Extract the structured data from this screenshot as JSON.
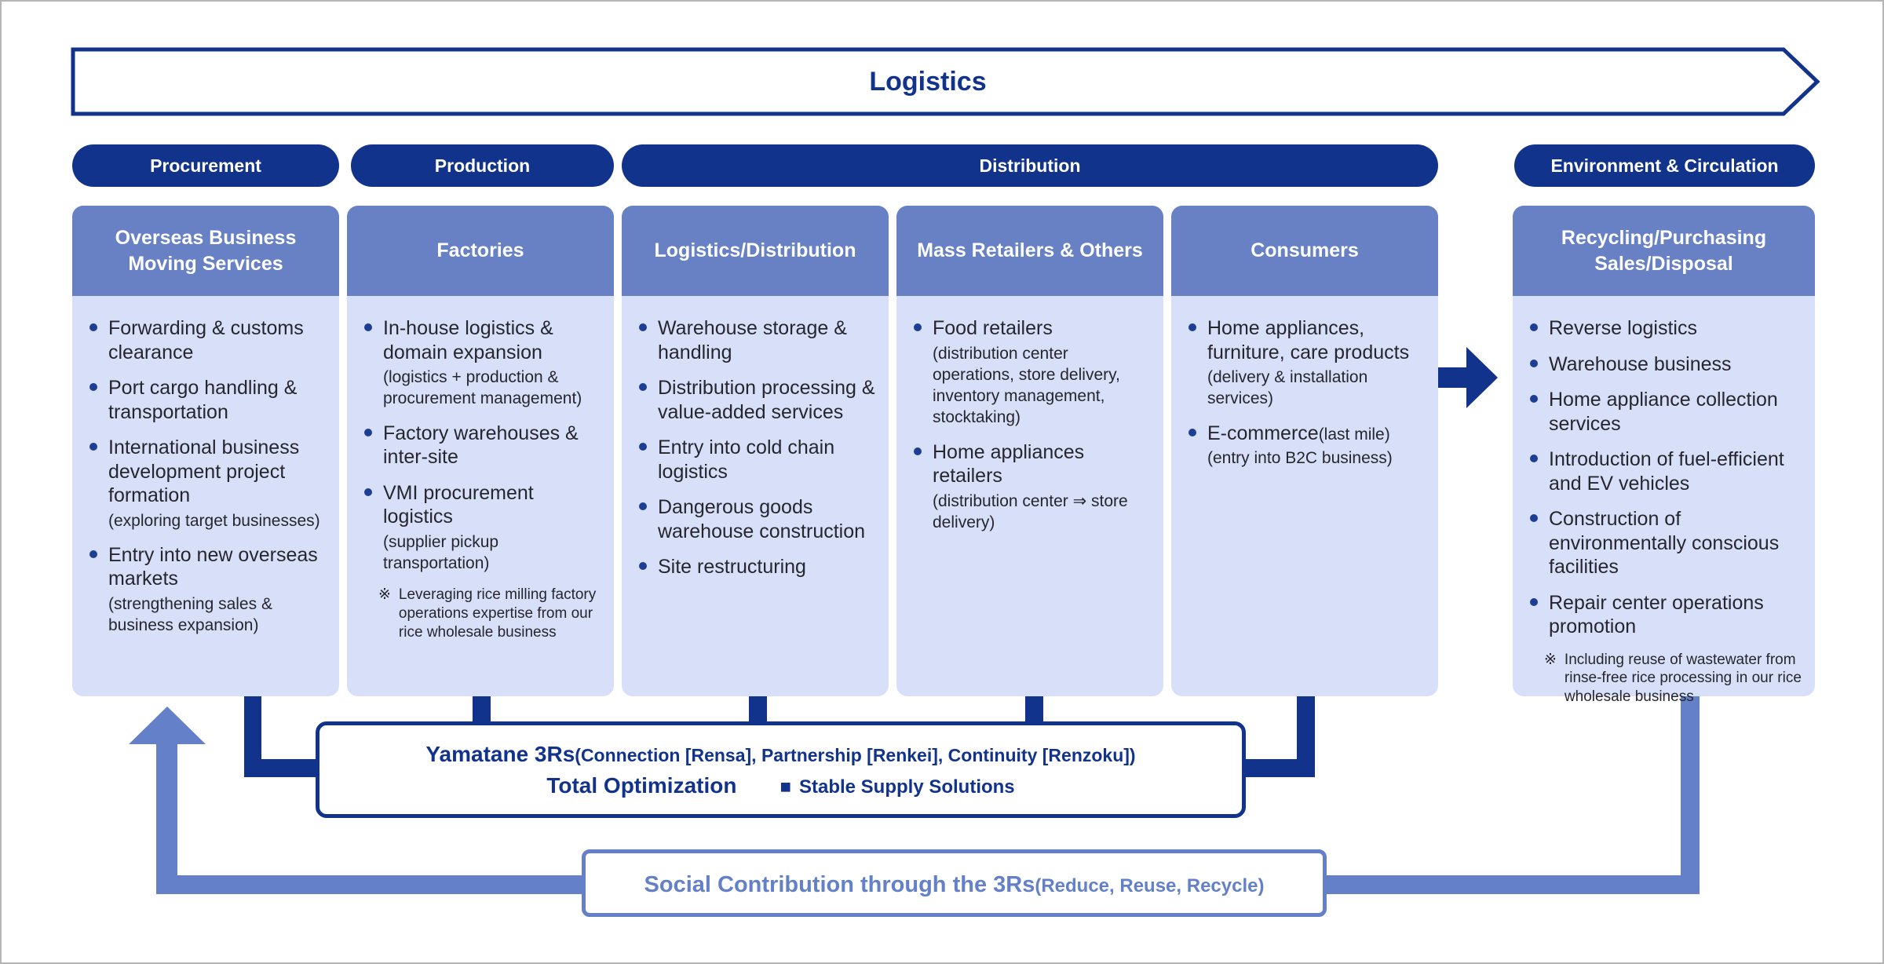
{
  "title": "Logistics",
  "note_marker": "※",
  "pills": [
    {
      "label": "Procurement"
    },
    {
      "label": "Production"
    },
    {
      "label": "Distribution"
    },
    {
      "label": "Environment & Circulation"
    }
  ],
  "columns": [
    {
      "header": "Overseas Business\nMoving Services",
      "items": [
        {
          "text": "Forwarding & customs clearance"
        },
        {
          "text": "Port cargo handling & transportation"
        },
        {
          "text": "International business development project formation",
          "sub": "(exploring target businesses)"
        },
        {
          "text": "Entry into new overseas markets",
          "sub": "(strengthening sales & business expansion)"
        }
      ]
    },
    {
      "header": "Factories",
      "items": [
        {
          "text": "In-house logistics & domain expansion",
          "sub": "(logistics + production & procurement management)"
        },
        {
          "text": "Factory warehouses & inter-site"
        },
        {
          "text": "VMI procurement logistics",
          "sub": "(supplier pickup transportation)"
        },
        {
          "note": true,
          "text": "Leveraging rice milling factory operations expertise from our rice wholesale business"
        }
      ]
    },
    {
      "header": "Logistics/Distribution",
      "items": [
        {
          "text": "Warehouse storage & handling"
        },
        {
          "text": "Distribution processing & value-added services"
        },
        {
          "text": "Entry into cold chain logistics"
        },
        {
          "text": "Dangerous goods warehouse construction"
        },
        {
          "text": "Site restructuring"
        }
      ]
    },
    {
      "header": "Mass Retailers & Others",
      "items": [
        {
          "text": "Food retailers",
          "sub": "(distribution center operations, store delivery, inventory management, stocktaking)"
        },
        {
          "text": "Home appliances retailers",
          "sub": "(distribution center ⇒ store delivery)"
        }
      ]
    },
    {
      "header": "Consumers",
      "items": [
        {
          "text": "Home appliances, furniture, care products",
          "sub": "(delivery & installation services)"
        },
        {
          "text": "E-commerce",
          "inline": "(last mile)",
          "sub": "(entry into B2C business)"
        }
      ]
    },
    {
      "header": "Recycling/Purchasing\nSales/Disposal",
      "items": [
        {
          "text": "Reverse logistics"
        },
        {
          "text": "Warehouse business"
        },
        {
          "text": "Home appliance collection services"
        },
        {
          "text": "Introduction of fuel-efficient and EV vehicles"
        },
        {
          "text": "Construction of environmentally conscious facilities"
        },
        {
          "text": "Repair center operations promotion"
        },
        {
          "note": true,
          "text": "Including reuse of wastewater from rinse-free rice processing in our rice wholesale business"
        }
      ]
    }
  ],
  "yamatane": {
    "title": "Yamatane 3Rs",
    "title_sub": "(Connection [Rensa], Partnership [Renkei], Continuity [Renzoku])",
    "left": "Total Optimization",
    "bullet": "■",
    "right": "Stable Supply Solutions"
  },
  "social": {
    "title": "Social Contribution through the 3Rs",
    "sub": "(Reduce, Reuse, Recycle)"
  },
  "colors": {
    "navy": "#12338B",
    "header_blue": "#6781C4",
    "body_blue": "#D7E0F8",
    "periwinkle": "#6380C8",
    "text_dark": "#26262E"
  }
}
